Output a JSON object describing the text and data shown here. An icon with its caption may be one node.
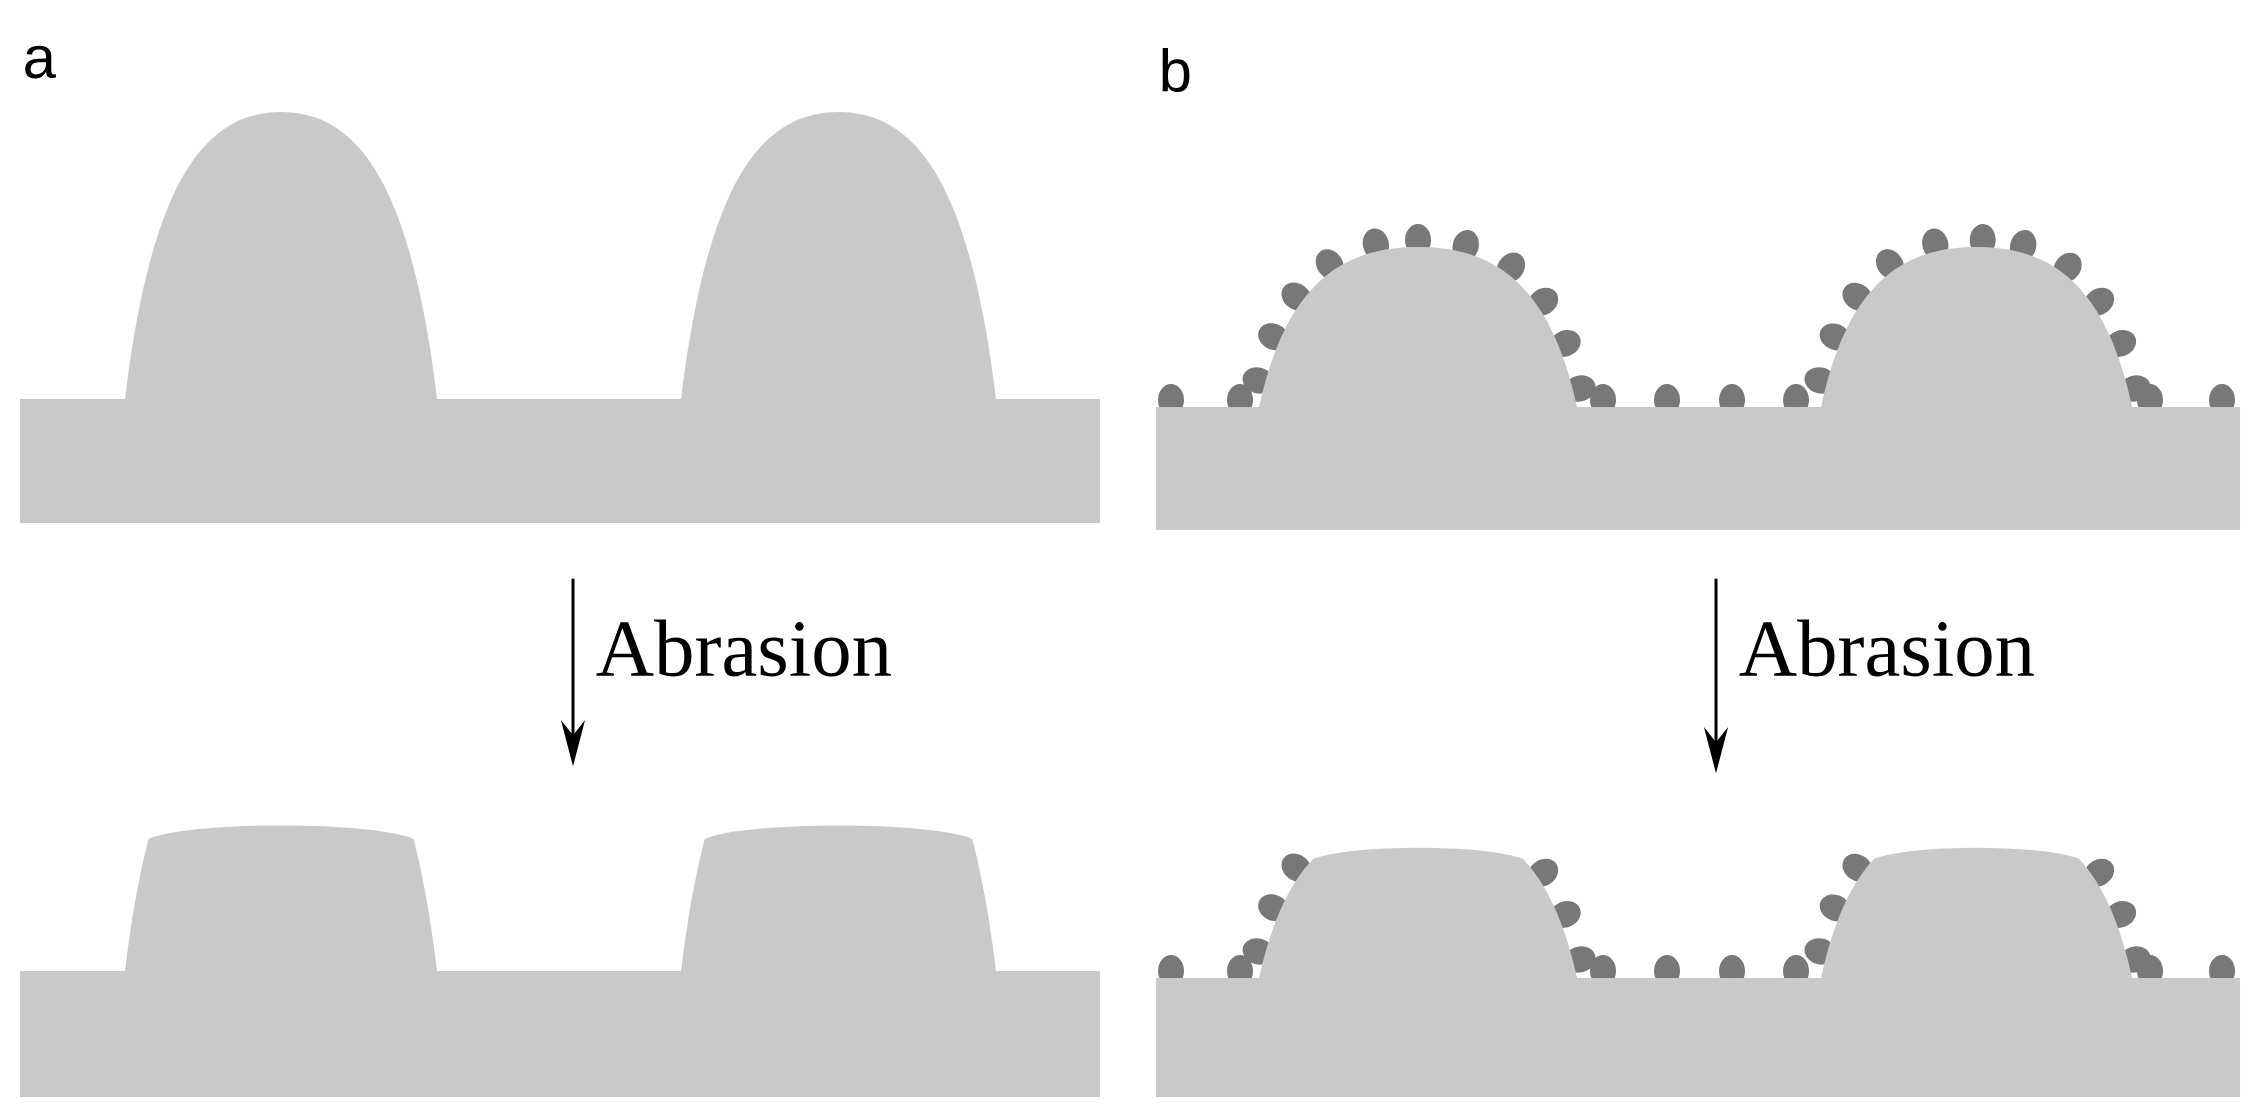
{
  "diagram": {
    "nodes": [
      {
        "text": [],
        "shape": "picture"
      },
      {
        "text": [],
        "shape": "picture"
      },
      {
        "text": [],
        "shape": "picture"
      },
      {
        "text": [],
        "shape": "picture"
      }
    ],
    "edges": [
      {
        "from": 0,
        "to": 2,
        "arrow": "to",
        "label": "Abrasion"
      },
      {
        "from": 1,
        "to": 3,
        "arrow": "to",
        "label": "Abrasion"
      }
    ],
    "labels": [
      "a",
      "b"
    ]
  }
}
